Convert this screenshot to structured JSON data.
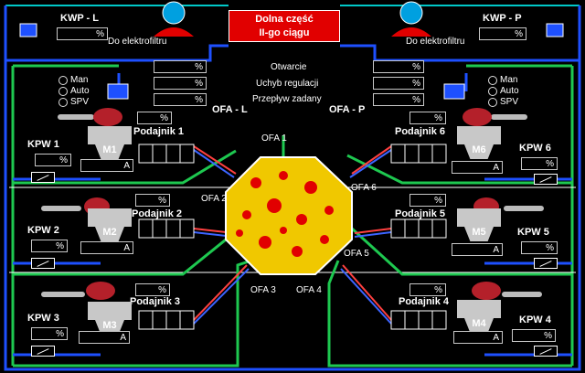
{
  "header": {
    "kwp_left": "KWP - L",
    "kwp_right": "KWP - P",
    "do_elektrofiltru": "Do elektrofiltru",
    "banner_line1": "Dolna część",
    "banner_line2": "II-go ciągu"
  },
  "center": {
    "otwarcie": "Otwarcie",
    "uchyb": "Uchyb regulacji",
    "przeplyw": "Przepływ zadany",
    "ofa_l": "OFA - L",
    "ofa_p": "OFA - P"
  },
  "modes": [
    "Man",
    "Auto",
    "SPV"
  ],
  "unit_pct": "%",
  "unit_a": "A",
  "ofa": [
    "OFA 1",
    "OFA 2",
    "OFA 3",
    "OFA 4",
    "OFA 5",
    "OFA 6"
  ],
  "left_units": [
    {
      "kpw": "KPW 1",
      "podajnik": "Podajnik 1",
      "mill": "M1"
    },
    {
      "kpw": "KPW 2",
      "podajnik": "Podajnik 2",
      "mill": "M2"
    },
    {
      "kpw": "KPW 3",
      "podajnik": "Podajnik 3",
      "mill": "M3"
    }
  ],
  "right_units": [
    {
      "kpw": "KPW 6",
      "podajnik": "Podajnik 6",
      "mill": "M6"
    },
    {
      "kpw": "KPW 5",
      "podajnik": "Podajnik 5",
      "mill": "M5"
    },
    {
      "kpw": "KPW 4",
      "podajnik": "Podajnik 4",
      "mill": "M4"
    }
  ],
  "colors": {
    "blue": "#1e50ff",
    "green": "#1ec850",
    "cyan": "#00c8c8",
    "red": "#e10000",
    "flame": "#f0c800"
  }
}
